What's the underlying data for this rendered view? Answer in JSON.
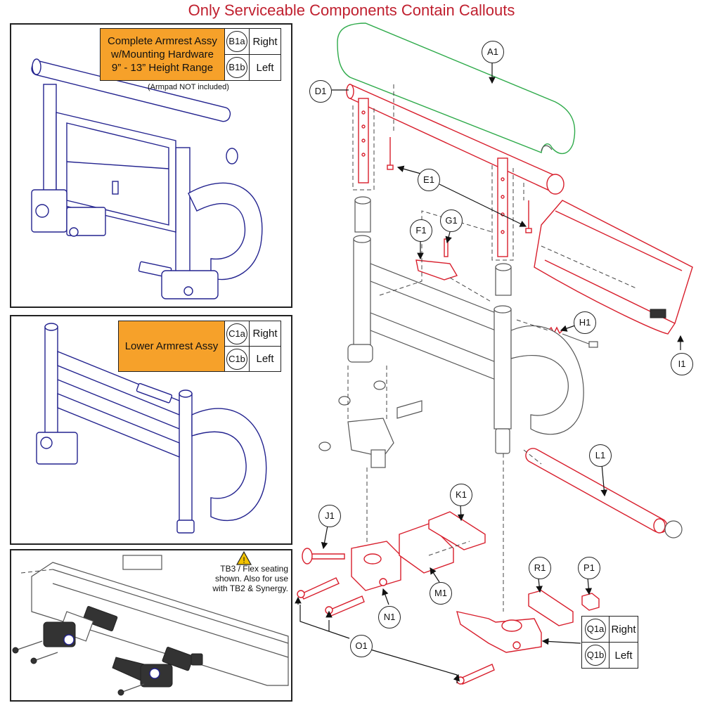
{
  "header": "Only Serviceable Components Contain Callouts",
  "panel1": {
    "title_lines": [
      "Complete Armrest Assy",
      "w/Mounting Hardware",
      "9” - 13” Height Range"
    ],
    "options": [
      {
        "code": "B1a",
        "side": "Right"
      },
      {
        "code": "B1b",
        "side": "Left"
      }
    ],
    "note": "(Armpad NOT included)"
  },
  "panel2": {
    "title": "Lower Armrest Assy",
    "options": [
      {
        "code": "C1a",
        "side": "Right"
      },
      {
        "code": "C1b",
        "side": "Left"
      }
    ]
  },
  "panel3": {
    "warning_icon": "warning-triangle-icon",
    "note_lines": [
      "TB3 / Flex seating",
      "shown. Also for use",
      "with TB2 & Synergy."
    ]
  },
  "q_table": {
    "options": [
      {
        "code": "Q1a",
        "side": "Right"
      },
      {
        "code": "Q1b",
        "side": "Left"
      }
    ]
  },
  "callouts": {
    "a1": "A1",
    "d1": "D1",
    "e1": "E1",
    "f1": "F1",
    "g1": "G1",
    "h1": "H1",
    "i1": "I1",
    "j1": "J1",
    "k1": "K1",
    "l1": "L1",
    "m1": "M1",
    "n1": "N1",
    "o1": "O1",
    "p1": "P1",
    "r1": "R1"
  },
  "colors": {
    "header": "#c0202f",
    "orange_label": "#f6a12a",
    "armpad_green": "#2eaa4a",
    "serviceable_red": "#d81e2c",
    "assembly_blue": "#23238f",
    "unselected_gray": "#555555"
  }
}
